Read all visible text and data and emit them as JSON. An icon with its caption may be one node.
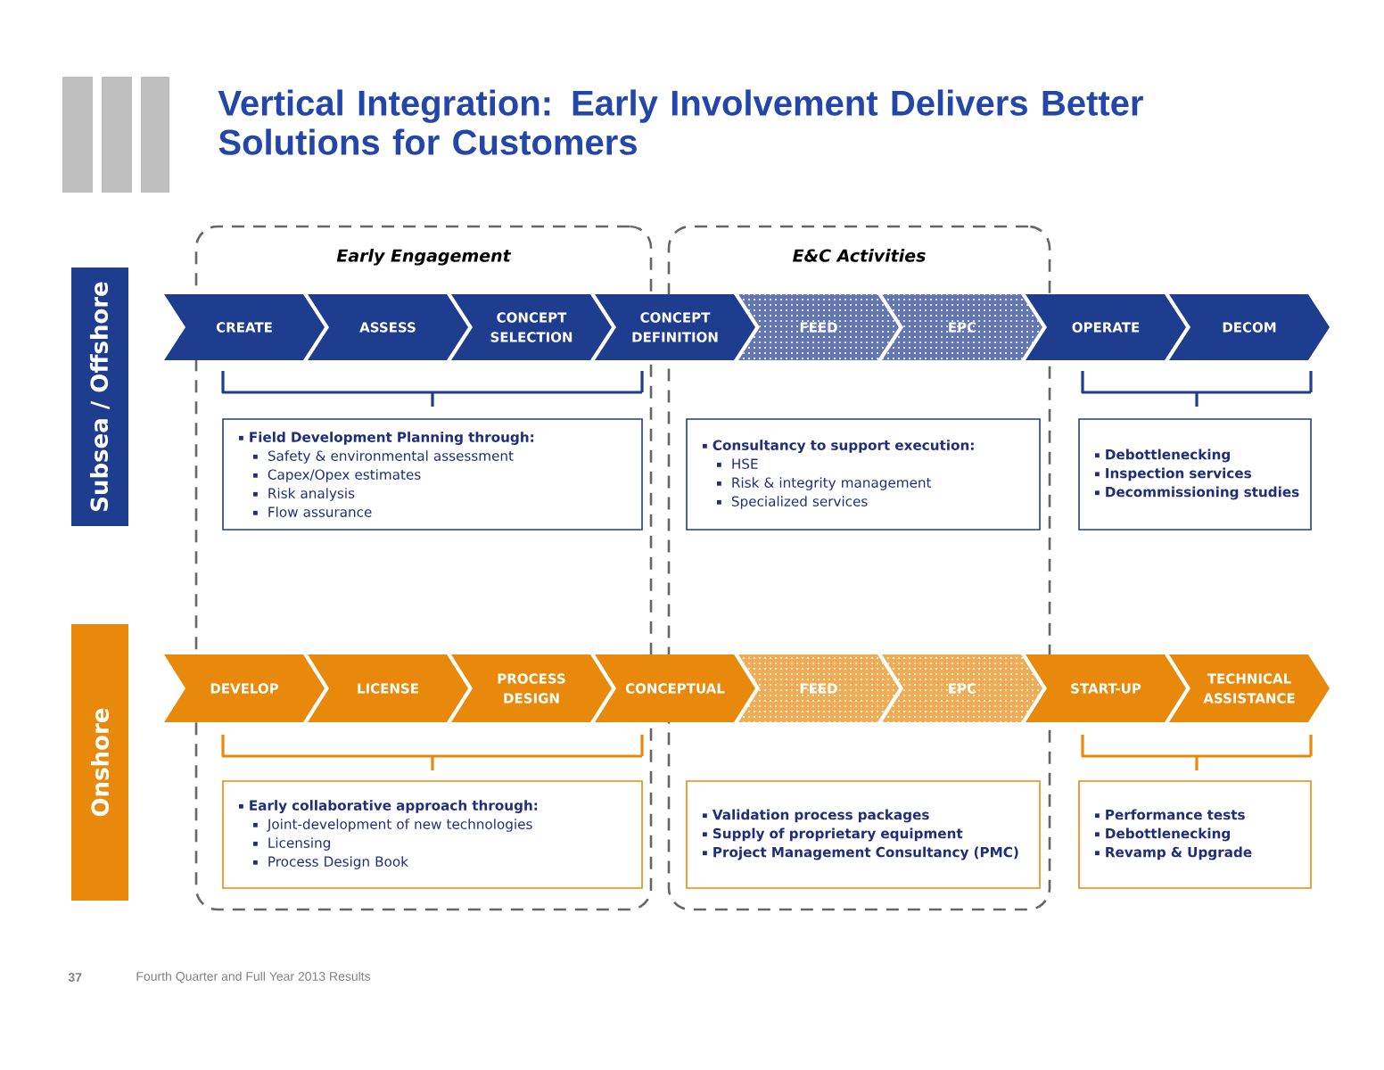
{
  "diagram": {
    "title": "Vertical Integration: Early Involvement Delivers Better Solutions for Customers",
    "nodes": [
      {
        "text": [
          "Subsea / Offshore"
        ]
      },
      {
        "text": [
          "Early Engagement"
        ]
      },
      {
        "text": [
          "E&C Activities"
        ]
      },
      {
        "text": [
          "CREATE"
        ]
      },
      {
        "text": [
          "ASSESS"
        ],
        "in": 1
      },
      {
        "text": [
          "CONCEPT SELECTION"
        ],
        "in": 1
      },
      {
        "text": [
          "CONCEPT DEFINITION"
        ]
      },
      {
        "text": [
          "FEED"
        ],
        "in": 2
      },
      {
        "text": [
          "EPC"
        ],
        "in": 2
      },
      {
        "text": [
          "OPERATE"
        ]
      },
      {
        "text": [
          "DECOM"
        ]
      },
      {
        "text": [
          "Field Development Planning through:",
          "Safety & environmental assessment",
          "Capex/Opex estimates",
          "Risk analysis",
          "Flow assurance"
        ],
        "in": 1
      },
      {
        "text": [
          "Consultancy to support execution:",
          "HSE",
          "Risk & integrity management",
          "Specialized services"
        ],
        "in": 2
      },
      {
        "text": [
          "Debottlenecking",
          "Inspection services",
          "Decommissioning studies"
        ]
      },
      {
        "text": [
          "Onshore"
        ]
      },
      {
        "text": [
          "DEVELOP"
        ]
      },
      {
        "text": [
          "LICENSE"
        ],
        "in": 1
      },
      {
        "text": [
          "PROCESS DESIGN"
        ],
        "in": 1
      },
      {
        "text": [
          "CONCEPTUAL"
        ]
      },
      {
        "text": [
          "FEED"
        ],
        "in": 2
      },
      {
        "text": [
          "EPC"
        ],
        "in": 2
      },
      {
        "text": [
          "START-UP"
        ]
      },
      {
        "text": [
          "TECHNICAL ASSISTANCE"
        ]
      },
      {
        "text": [
          "Early collaborative approach through:",
          "Joint-development of new technologies",
          "Licensing",
          "Process Design Book"
        ],
        "in": 1
      },
      {
        "text": [
          "Validation process packages",
          "Supply of proprietary equipment",
          "Project Management Consultancy (PMC)"
        ],
        "in": 2
      },
      {
        "text": [
          "Performance tests",
          "Debottlenecking",
          "Revamp & Upgrade"
        ]
      }
    ],
    "labels": [
      "37",
      "Fourth Quarter and Full Year 2013 Results"
    ]
  }
}
